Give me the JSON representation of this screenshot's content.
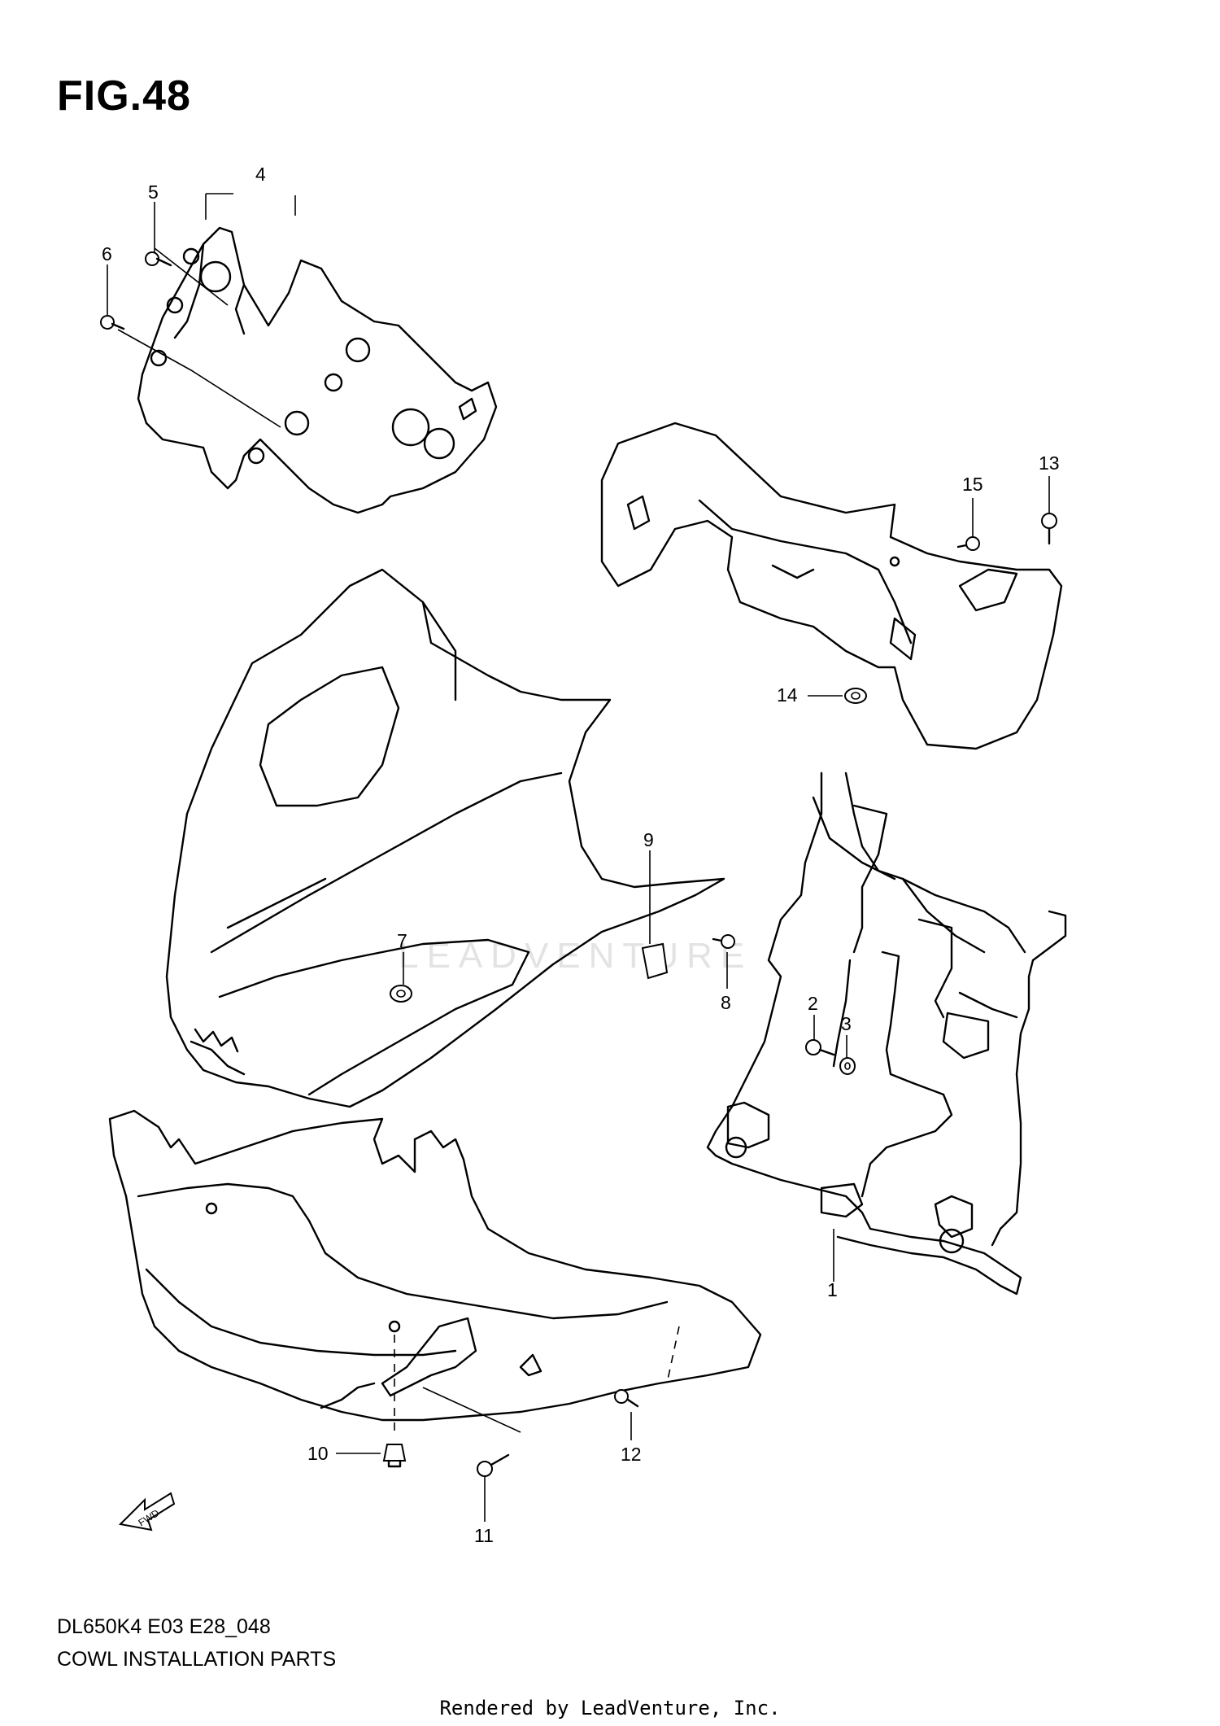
{
  "figure": {
    "title": "FIG.48"
  },
  "footer": {
    "code": "DL650K4 E03 E28_048",
    "name": "COWL INSTALLATION PARTS",
    "rendered_by": "Rendered by LeadVenture, Inc."
  },
  "watermark": {
    "text": "LEADVENTURE"
  },
  "arrow": {
    "label": "FWD"
  },
  "callouts": [
    {
      "id": "1",
      "label": "1"
    },
    {
      "id": "2",
      "label": "2"
    },
    {
      "id": "3",
      "label": "3"
    },
    {
      "id": "4",
      "label": "4"
    },
    {
      "id": "5",
      "label": "5"
    },
    {
      "id": "6",
      "label": "6"
    },
    {
      "id": "7",
      "label": "7"
    },
    {
      "id": "8",
      "label": "8"
    },
    {
      "id": "9",
      "label": "9"
    },
    {
      "id": "10",
      "label": "10"
    },
    {
      "id": "11",
      "label": "11"
    },
    {
      "id": "12",
      "label": "12"
    },
    {
      "id": "13",
      "label": "13"
    },
    {
      "id": "14",
      "label": "14"
    },
    {
      "id": "15",
      "label": "15"
    }
  ]
}
